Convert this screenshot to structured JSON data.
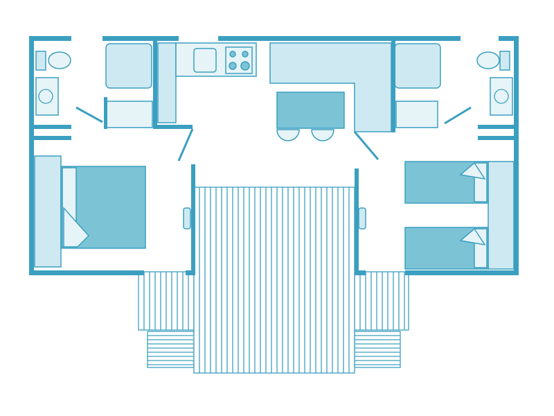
{
  "plan": {
    "type": "mobile home floor plan",
    "rooms": [
      "left-bedroom",
      "left-bathroom",
      "kitchen",
      "living-area",
      "right-bedroom",
      "right-bathroom",
      "terrace"
    ],
    "colors": {
      "wall": "#3b9fc0",
      "furniture": "#cfe9f2",
      "bed": "#7cc3d6",
      "background": "#ffffff"
    }
  }
}
